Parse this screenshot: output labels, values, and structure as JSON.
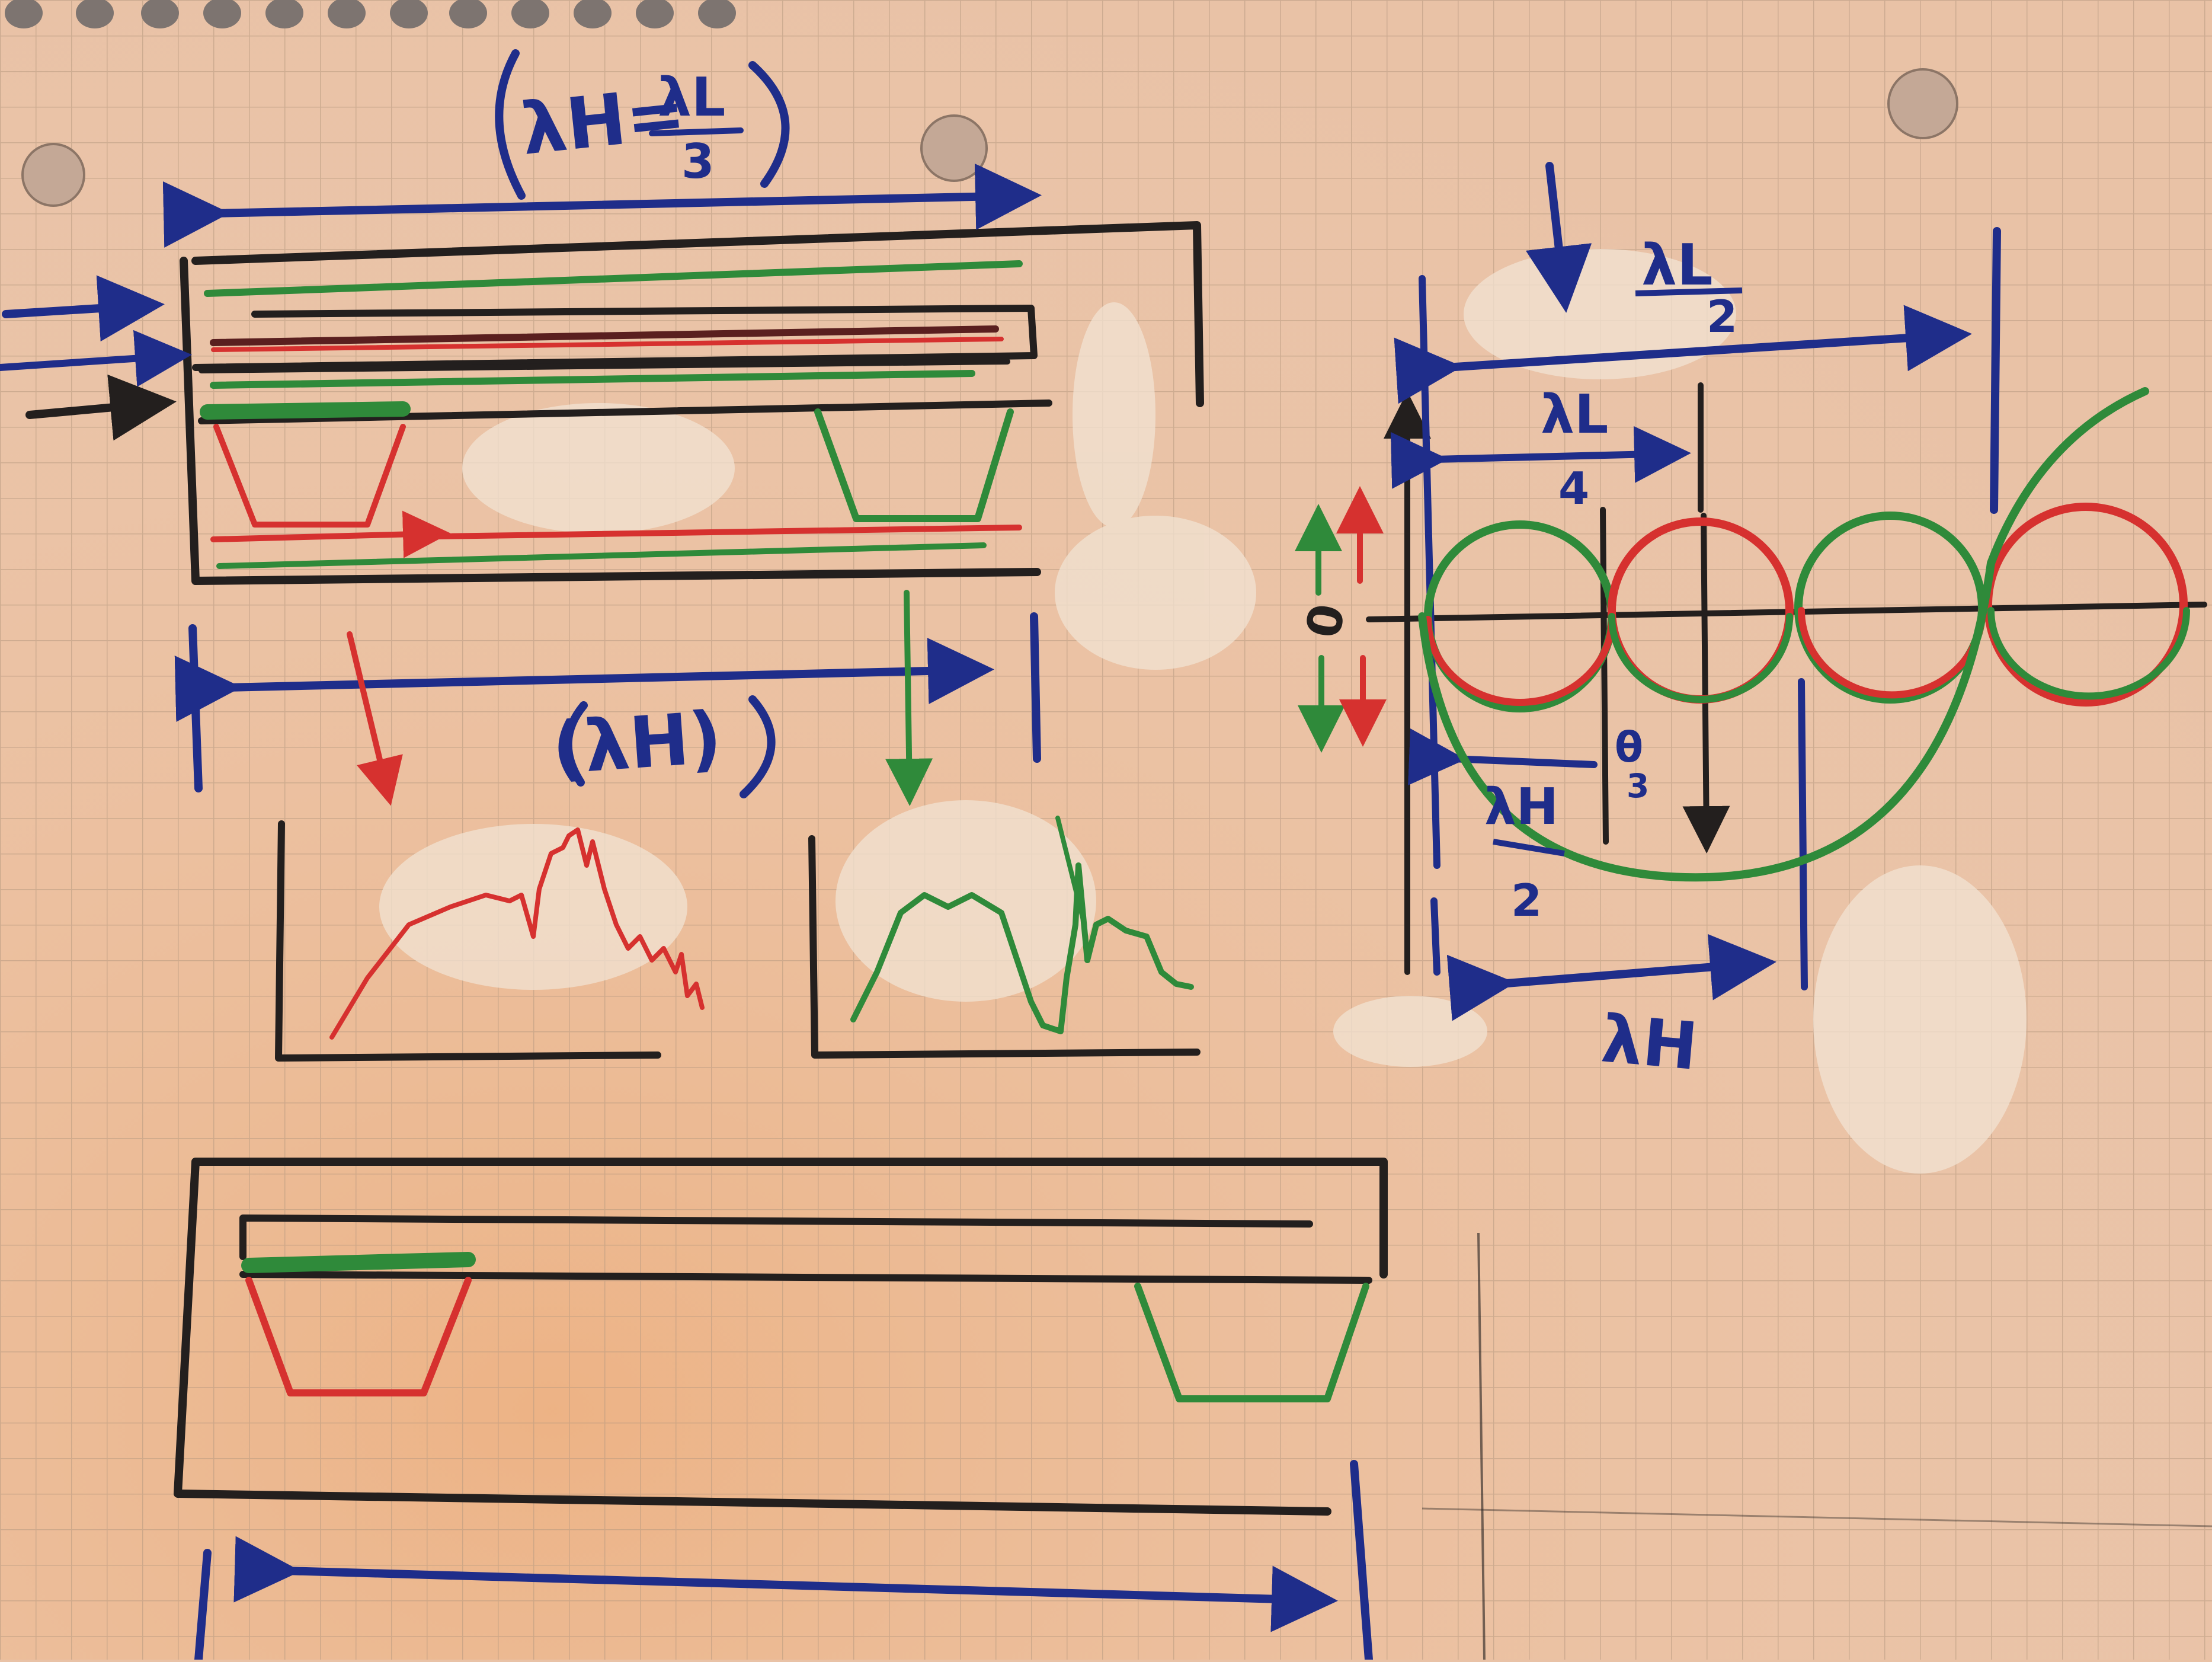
{
  "colors": {
    "paper": "#e9c2a6",
    "grid": "#b59880",
    "ink_black": "#231f1e",
    "ink_blue": "#1f2d8a",
    "ink_red": "#d6312f",
    "ink_green": "#2f8a3a",
    "ink_maroon": "#5a1f1f",
    "whiteout": "#f1e3d3"
  },
  "labels": {
    "top_ratio_num": "λH=",
    "top_ratio_frac_num": "λL",
    "top_ratio_frac_den": "3",
    "mid_lambda_h": "(λH)",
    "right_half_num": "λL",
    "right_half_den": "2",
    "right_quarter_num": "λL",
    "right_quarter_den": "4",
    "right_zero": "0",
    "right_half_h_num": "λH",
    "right_half_h_den": "2",
    "right_theta": "θ",
    "right_theta_sub": "3",
    "right_lambda_h": "λH"
  },
  "icons": {
    "arrow": "arrowhead",
    "spiral": "notebook-spiral-ring"
  }
}
